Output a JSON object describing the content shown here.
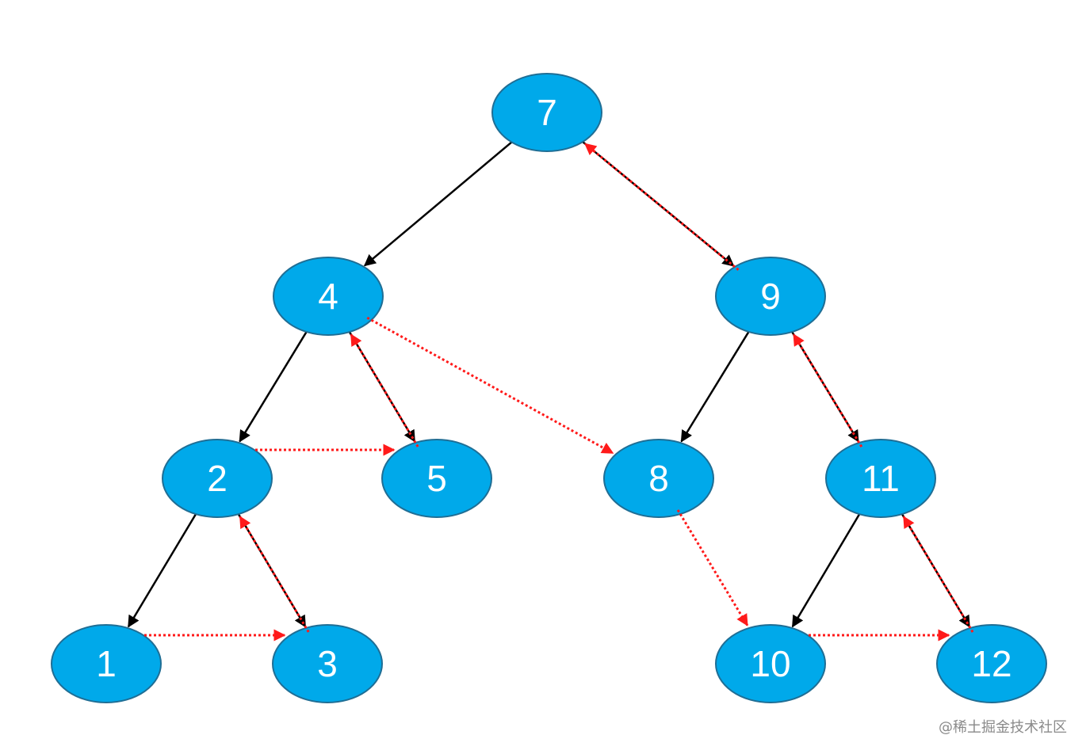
{
  "diagram": {
    "nodes": [
      {
        "id": "7",
        "label": "7"
      },
      {
        "id": "4",
        "label": "4"
      },
      {
        "id": "9",
        "label": "9"
      },
      {
        "id": "2",
        "label": "2"
      },
      {
        "id": "5",
        "label": "5"
      },
      {
        "id": "8",
        "label": "8"
      },
      {
        "id": "11",
        "label": "11"
      },
      {
        "id": "1",
        "label": "1"
      },
      {
        "id": "3",
        "label": "3"
      },
      {
        "id": "10",
        "label": "10"
      },
      {
        "id": "12",
        "label": "12"
      }
    ],
    "tree_edges": [
      {
        "from": "7",
        "to": "4"
      },
      {
        "from": "7",
        "to": "9"
      },
      {
        "from": "4",
        "to": "2"
      },
      {
        "from": "4",
        "to": "5"
      },
      {
        "from": "9",
        "to": "8"
      },
      {
        "from": "9",
        "to": "11"
      },
      {
        "from": "2",
        "to": "1"
      },
      {
        "from": "2",
        "to": "3"
      },
      {
        "from": "11",
        "to": "10"
      },
      {
        "from": "11",
        "to": "12"
      }
    ],
    "thread_edges": [
      {
        "from": "1",
        "to": "3"
      },
      {
        "from": "3",
        "to": "2"
      },
      {
        "from": "2",
        "to": "5"
      },
      {
        "from": "5",
        "to": "4"
      },
      {
        "from": "4",
        "to": "8"
      },
      {
        "from": "8",
        "to": "10"
      },
      {
        "from": "10",
        "to": "12"
      },
      {
        "from": "12",
        "to": "11"
      },
      {
        "from": "11",
        "to": "9"
      },
      {
        "from": "9",
        "to": "7"
      }
    ],
    "colors": {
      "node_fill": "#00a9ea",
      "tree_edge": "#000000",
      "thread_edge": "#ff1a1a"
    }
  },
  "watermark": "@稀土掘金技术社区"
}
